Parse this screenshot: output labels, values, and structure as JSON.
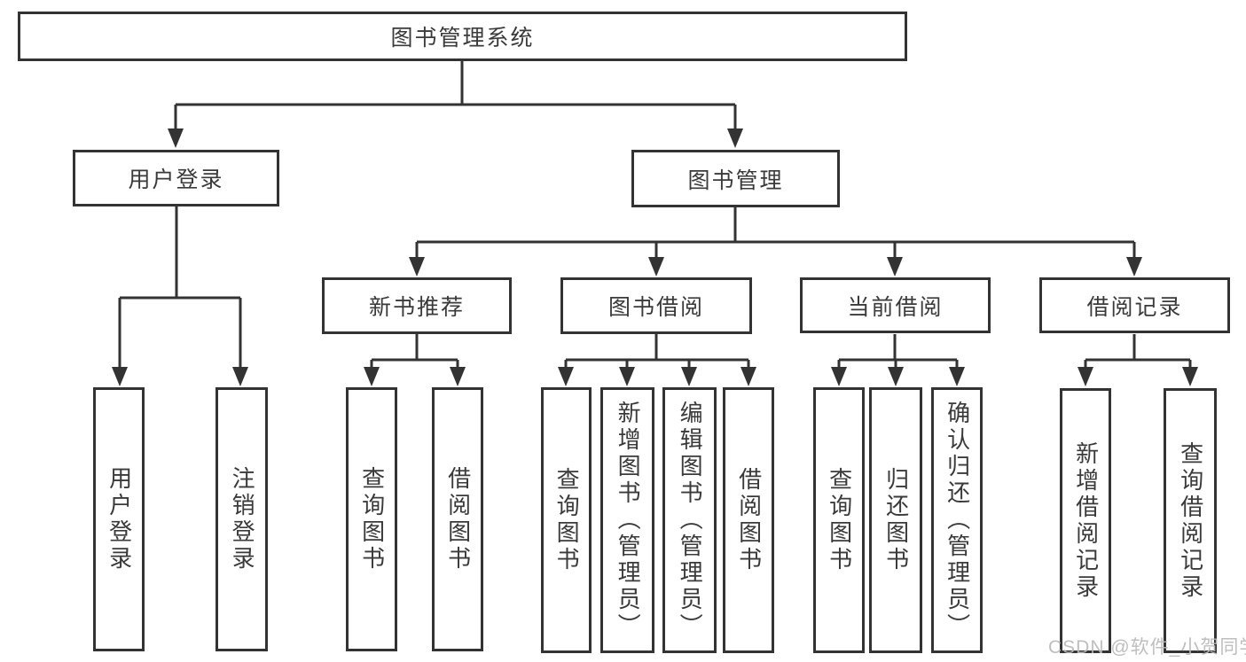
{
  "diagram": {
    "root": "图书管理系统",
    "branches": [
      {
        "label": "用户登录",
        "leaves": [
          "用户登录",
          "注销登录"
        ]
      },
      {
        "label": "图书管理",
        "groups": [
          {
            "label": "新书推荐",
            "leaves": [
              "查询图书",
              "借阅图书"
            ]
          },
          {
            "label": "图书借阅",
            "leaves": [
              "查询图书",
              "新增图书（管理员）",
              "编辑图书（管理员）",
              "借阅图书"
            ]
          },
          {
            "label": "当前借阅",
            "leaves": [
              "查询图书",
              "归还图书",
              "确认归还（管理员）"
            ]
          },
          {
            "label": "借阅记录",
            "leaves": [
              "新增借阅记录",
              "查询借阅记录"
            ]
          }
        ]
      }
    ]
  },
  "watermark": "CSDN @软件_小贺同学",
  "colors": {
    "line": "#333333",
    "text": "#3a3a3a",
    "box_background": "#ffffff",
    "watermark": "#b9b9b9",
    "background": "#ffffff"
  }
}
